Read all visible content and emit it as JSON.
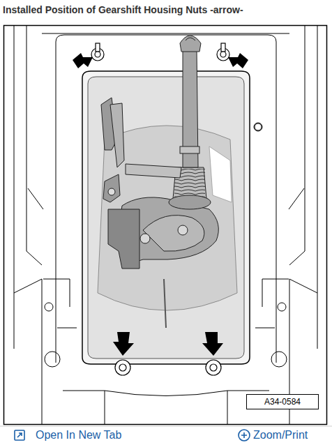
{
  "diagram": {
    "title": "Installed Position of Gearshift Housing Nuts -arrow-",
    "nodes": [
      {
        "text": [
          "A34-0584"
        ]
      }
    ],
    "labels": [
      "Open In New Tab",
      "Zoom/Print"
    ]
  }
}
